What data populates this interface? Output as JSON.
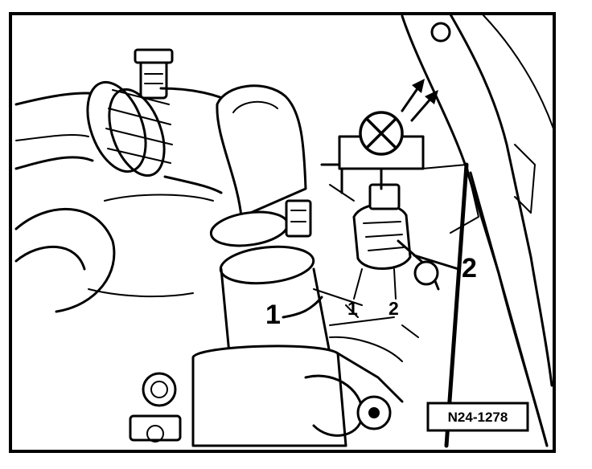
{
  "callouts": {
    "label_1_large": "1",
    "label_1_small": "1",
    "label_2_large": "2",
    "label_2_small": "2"
  },
  "figure_code": "N24-1278",
  "icons": {
    "sensor_symbol": "circle-with-cross-icon",
    "direction_arrows": "double-diagonal-arrow-icon"
  },
  "colors": {
    "ink": "#000000",
    "paper": "#ffffff"
  }
}
